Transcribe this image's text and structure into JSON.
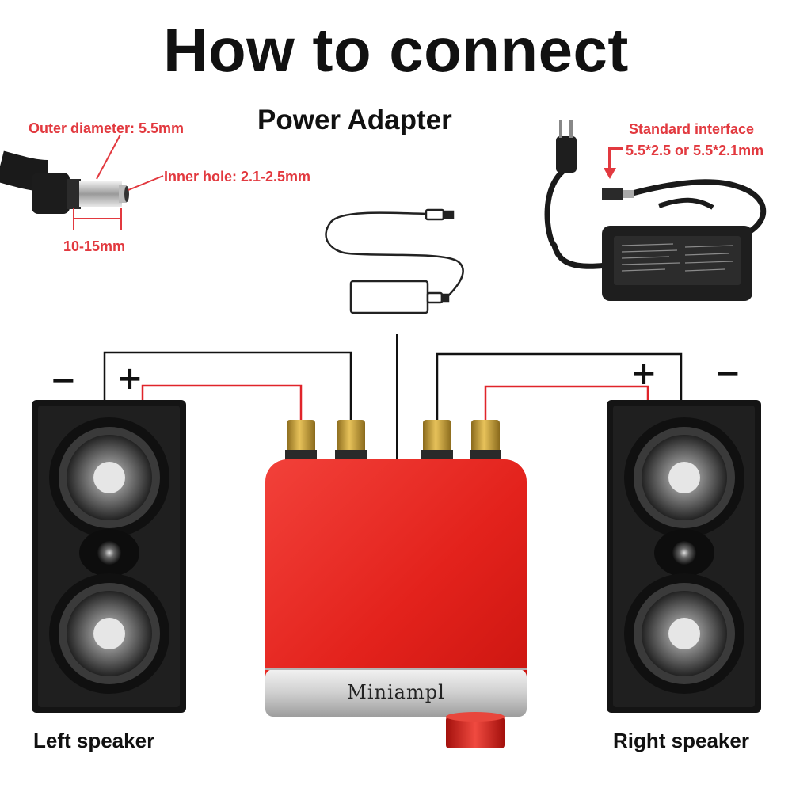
{
  "title": "How to connect",
  "subtitle": "Power Adapter",
  "plug_specs": {
    "outer_diameter": "Outer diameter: 5.5mm",
    "inner_hole": "Inner hole: 2.1-2.5mm",
    "length": "10-15mm"
  },
  "adapter_specs": {
    "line1": "Standard interface",
    "line2": "5.5*2.5 or 5.5*2.1mm"
  },
  "polarity": {
    "left_minus": "−",
    "left_plus": "+",
    "right_plus": "+",
    "right_minus": "−"
  },
  "amplifier": {
    "brand": "Miniampl",
    "color": "#e8231d"
  },
  "speakers": {
    "left_label": "Left speaker",
    "right_label": "Right speaker"
  },
  "colors": {
    "wire_positive": "#e0242a",
    "wire_negative": "#111111",
    "annotation": "#e2393f"
  }
}
